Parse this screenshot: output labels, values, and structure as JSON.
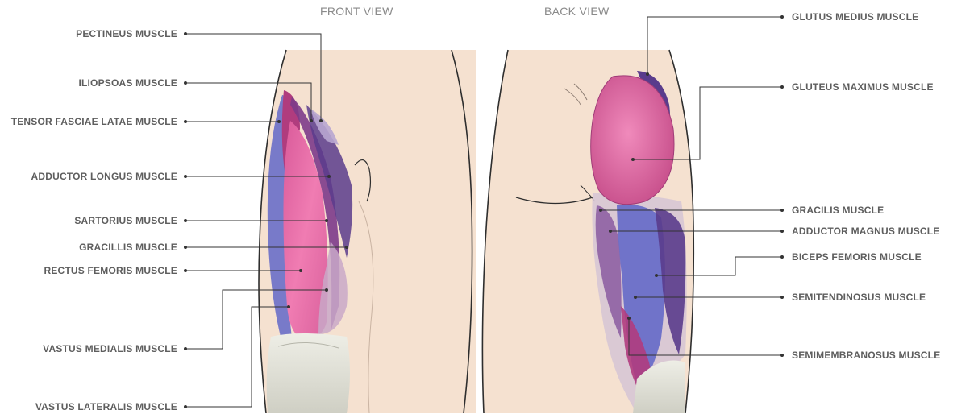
{
  "views": {
    "front": "FRONT VIEW",
    "back": "BACK VIEW"
  },
  "front_labels": {
    "pectineus": "PECTINEUS MUSCLE",
    "iliopsoas": "ILIOPSOAS MUSCLE",
    "tensor_fasciae_latae": "TENSOR FASCIAE LATAE MUSCLE",
    "adductor_longus": "ADDUCTOR LONGUS MUSCLE",
    "sartorius": "SARTORIUS MUSCLE",
    "gracillis": "GRACILLIS MUSCLE",
    "rectus_femoris": "RECTUS FEMORIS MUSCLE",
    "vastus_medialis": "VASTUS MEDIALIS MUSCLE",
    "vastus_lateralis": "VASTUS LATERALIS MUSCLE"
  },
  "back_labels": {
    "glutus_medius": "GLUTUS MEDIUS MUSCLE",
    "gluteus_maximus": "GLUTEUS MAXIMUS MUSCLE",
    "gracilis": "GRACILIS MUSCLE",
    "adductor_magnus": "ADDUCTOR MAGNUS MUSCLE",
    "biceps_femoris": "BICEPS FEMORIS MUSCLE",
    "semitendinosus": "SEMITENDINOSUS MUSCLE",
    "semimembranosus": "SEMIMEMBRANOSUS MUSCLE"
  },
  "colors": {
    "skin": "#f5e1d0",
    "skin_outline": "#2e2e2e",
    "muscle_pink": "#e870a8",
    "muscle_magenta": "#b03c7e",
    "muscle_purple": "#5a3c8c",
    "muscle_blue": "#6a6fc8",
    "knee": "#dcdcd2",
    "leader_line": "#333333",
    "label_text": "#5e5e5e",
    "title_text": "#8a8a8a"
  }
}
